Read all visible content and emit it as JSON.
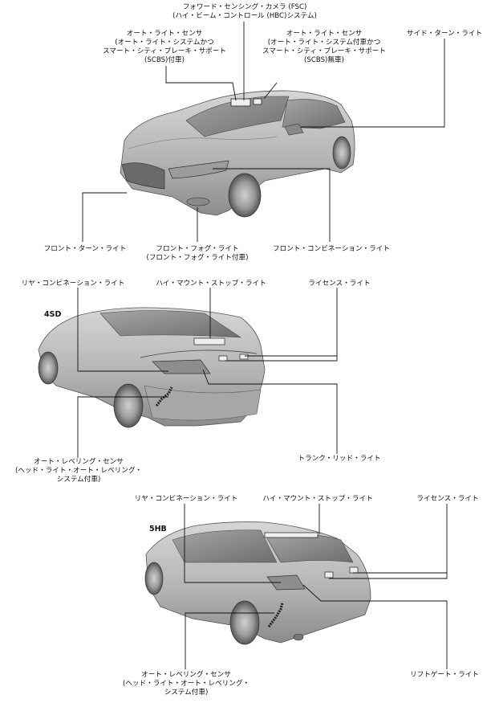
{
  "section1": {
    "fsc": [
      "フォワード・センシング・カメラ (FSC)",
      "(ハイ・ビーム・コントロール (HBC)システム)"
    ],
    "sensor_with": [
      "オート・ライト・センサ",
      "(オート・ライト・システムかつ",
      "スマート・シティ・ブレーキ・サポート",
      "(SCBS)付車)"
    ],
    "sensor_without": [
      "オート・ライト・センサ",
      "(オート・ライト・システム付車かつ",
      "スマート・シティ・ブレーキ・サポート",
      "(SCBS)無車)"
    ],
    "side_turn": "サイド・ターン・ライト",
    "front_turn": "フロント・ターン・ライト",
    "front_fog": [
      "フロント・フォグ・ライト",
      "(フロント・フォグ・ライト付車)"
    ],
    "front_combo": "フロント・コンビネーション・ライト"
  },
  "section2": {
    "tag": "4SD",
    "rear_combo": "リヤ・コンビネーション・ライト",
    "high_mount": "ハイ・マウント・ストップ・ライト",
    "license": "ライセンス・ライト",
    "leveling": [
      "オート・レベリング・センサ",
      "(ヘッド・ライト・オート・レベリング・",
      "システム付車)"
    ],
    "trunk": "トランク・リッド・ライト"
  },
  "section3": {
    "tag": "5HB",
    "rear_combo": "リヤ・コンビネーション・ライト",
    "high_mount": "ハイ・マウント・ストップ・ライト",
    "license": "ライセンス・ライト",
    "leveling": [
      "オート・レベリング・センサ",
      "(ヘッド・ライト・オート・レベリング・",
      "システム付車)"
    ],
    "liftgate": "リフトゲート・ライト"
  },
  "colors": {
    "line": "#111111",
    "car_body": "#b9b9b9",
    "car_dark": "#7a7a7a",
    "glass": "#8f8f8f"
  }
}
